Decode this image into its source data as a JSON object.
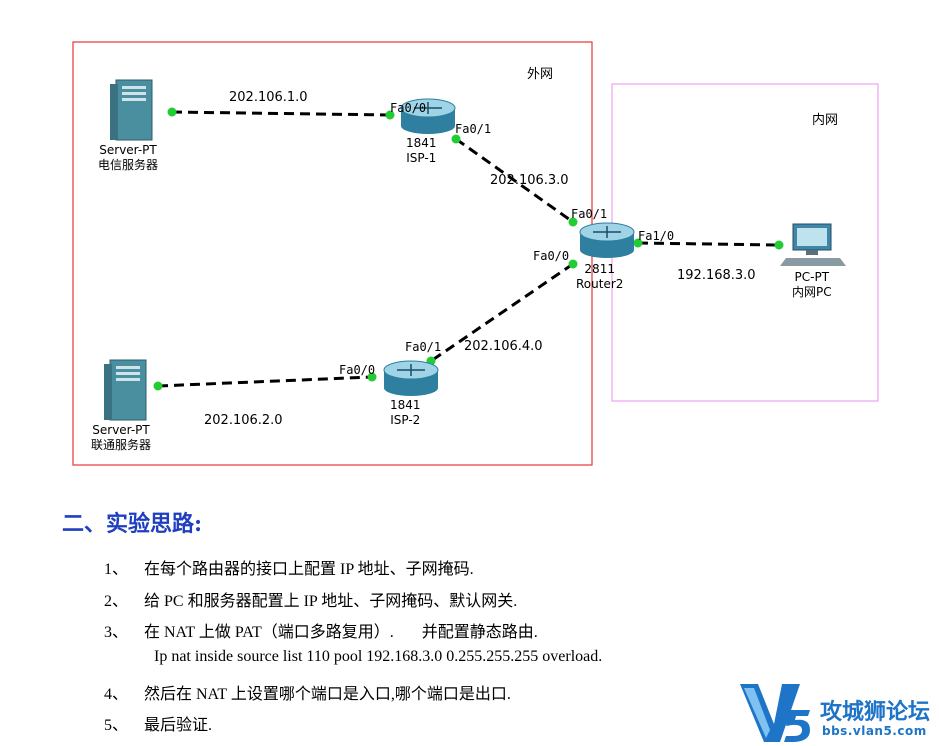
{
  "diagram": {
    "zones": {
      "outer_label": "外网",
      "inner_label": "内网"
    },
    "devices": {
      "server1": {
        "model": "Server-PT",
        "name": "电信服务器"
      },
      "server2": {
        "model": "Server-PT",
        "name": "联通服务器"
      },
      "isp1": {
        "model": "1841",
        "name": "ISP-1"
      },
      "isp2": {
        "model": "1841",
        "name": "ISP-2"
      },
      "router2": {
        "model": "2811",
        "name": "Router2"
      },
      "pc": {
        "model": "PC-PT",
        "name": "内网PC"
      }
    },
    "interfaces": {
      "isp1_fa00": "Fa0/0",
      "isp1_fa01": "Fa0/1",
      "r2_fa01": "Fa0/1",
      "r2_fa00": "Fa0/0",
      "r2_fa10": "Fa1/0",
      "isp2_fa00": "Fa0/0",
      "isp2_fa01": "Fa0/1"
    },
    "networks": {
      "n1": "202.106.1.0",
      "n2": "202.106.2.0",
      "n3": "202.106.3.0",
      "n4": "202.106.4.0",
      "n5": "192.168.3.0"
    },
    "colors": {
      "outer_border": "#e53535",
      "inner_border": "#f0a0f0",
      "link": "#000000",
      "port": "#22cc33"
    }
  },
  "section": {
    "heading": "二、实验思路:",
    "steps": [
      {
        "num": "1、",
        "text": "在每个路由器的接口上配置 IP 地址、子网掩码."
      },
      {
        "num": "2、",
        "text": "给 PC 和服务器配置上 IP 地址、子网掩码、默认网关."
      },
      {
        "num": "3、",
        "text": "在 NAT 上做 PAT（端口多路复用）.       并配置静态路由."
      },
      {
        "num": "4、",
        "text": "然后在 NAT 上设置哪个端口是入口,哪个端口是出口."
      },
      {
        "num": "5、",
        "text": "最后验证."
      }
    ],
    "command": "Ip nat inside source list 110 pool 192.168.3.0 0.255.255.255 overload."
  },
  "watermark": {
    "text": "攻城狮论坛",
    "url": "bbs.vlan5.com"
  }
}
